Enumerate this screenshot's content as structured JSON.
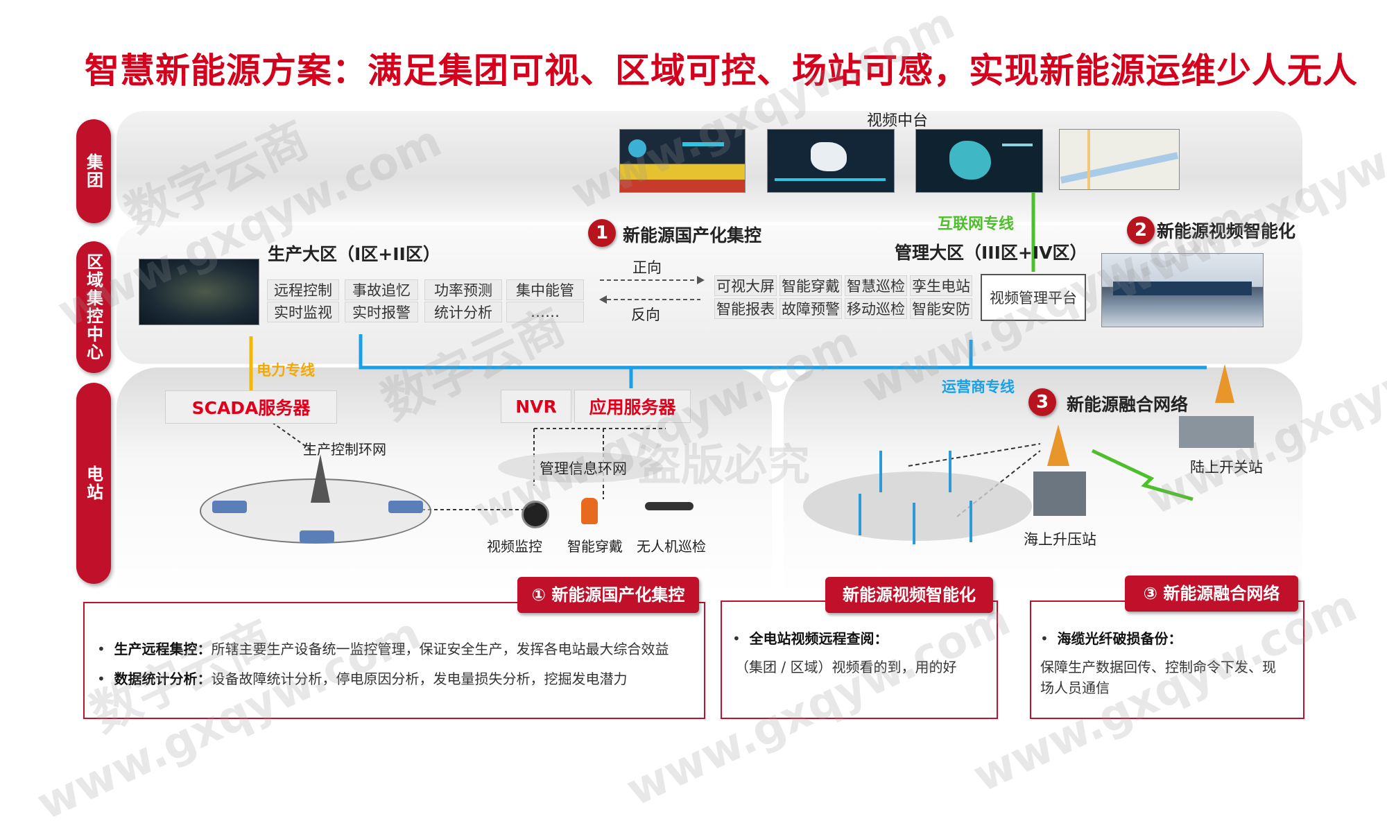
{
  "title": "智慧新能源方案：满足集团可视、区域可控、场站可感，实现新能源运维少人无人",
  "tiers": {
    "group": "集团",
    "region": "区域集控中心",
    "station": "电站"
  },
  "video_platform": "视频中台",
  "internet_line": "互联网专线",
  "power_line": "电力专线",
  "operator_line": "运营商专线",
  "production_zone": {
    "title": "生产大区（I区+II区）",
    "items": [
      "远程控制",
      "事故追忆",
      "功率预测",
      "集中能管",
      "实时监视",
      "实时报警",
      "统计分析",
      "……"
    ]
  },
  "arrows": {
    "forward": "正向",
    "reverse": "反向"
  },
  "management_zone": {
    "title": "管理大区（III区+IV区）",
    "items": [
      "可视大屏",
      "智能穿戴",
      "智慧巡检",
      "孪生电站",
      "智能报表",
      "故障预警",
      "移动巡检",
      "智能安防"
    ],
    "platform": "视频管理平台"
  },
  "highlights": [
    {
      "num": "1",
      "label": "新能源国产化集控"
    },
    {
      "num": "2",
      "label": "新能源视频智能化"
    },
    {
      "num": "3",
      "label": "新能源融合网络"
    }
  ],
  "station": {
    "scada": "SCADA服务器",
    "nvr": "NVR",
    "app_server": "应用服务器",
    "ring_production": "生产控制环网",
    "ring_management": "管理信息环网",
    "video_monitor": "视频监控",
    "smart_wear": "智能穿戴",
    "drone": "无人机巡检",
    "offshore_station": "海上升压站",
    "onshore_station": "陆上开关站"
  },
  "cards": [
    {
      "head": "① 新能源国产化集控",
      "bullets": [
        {
          "key": "生产远程集控：",
          "text": "所辖主要生产设备统一监控管理，保证安全生产，发挥各电站最大综合效益"
        },
        {
          "key": "数据统计分析：",
          "text": "设备故障统计分析，停电原因分析，发电量损失分析，挖掘发电潜力"
        }
      ]
    },
    {
      "head": "新能源视频智能化",
      "bullet_key": "全电站视频远程查阅：",
      "lines": [
        "（集团 / 区域）视频看的到，用的好"
      ]
    },
    {
      "head": "③ 新能源融合网络",
      "bullet_key": "海缆光纤破损备份：",
      "lines": [
        "保障生产数据回传、控制命令下发、现",
        "场人员通信"
      ]
    }
  ],
  "watermarks": [
    "数字云商",
    "www.gxqyw.com",
    "盗版必究"
  ],
  "colors": {
    "brand_red": "#c0102a",
    "title_red": "#d5001c",
    "yellow_line": "#f5b800",
    "blue_line": "#1aa0e6",
    "green_line": "#4dbf2a"
  }
}
